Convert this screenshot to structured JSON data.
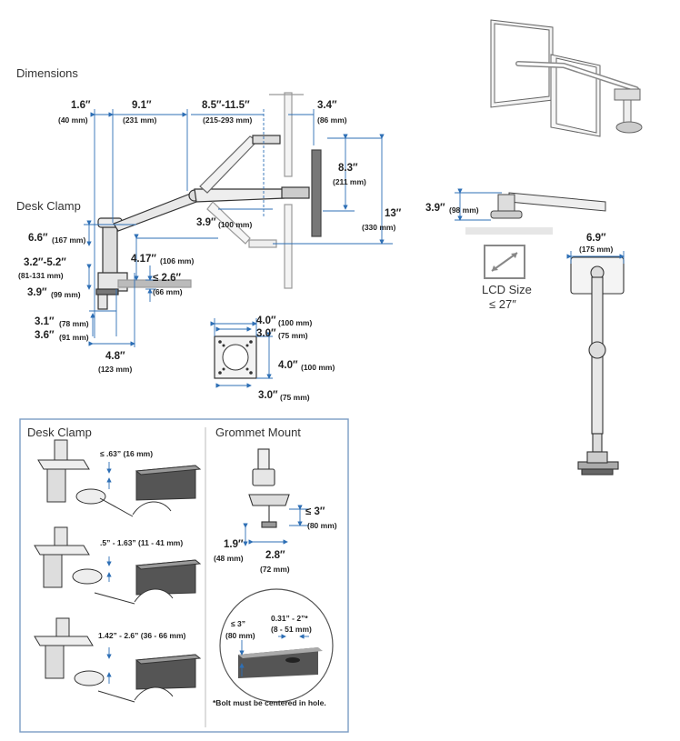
{
  "colors": {
    "dim": "#2e6fb5",
    "frame": "#7a9cc4",
    "metal": "#c8c8c8",
    "dark": "#333333"
  },
  "headings": {
    "dimensions": "Dimensions",
    "desk_clamp": "Desk Clamp",
    "desk_clamp_box": "Desk Clamp",
    "grommet_mount": "Grommet Mount"
  },
  "main": {
    "d1_6": "1.6″",
    "d1_6_mm": "(40 mm)",
    "d9_1": "9.1″",
    "d9_1_mm": "(231 mm)",
    "d8_5": "8.5″-11.5″",
    "d8_5_mm": "(215-293 mm)",
    "d3_4": "3.4″",
    "d3_4_mm": "(86 mm)",
    "d8_3": "8.3″",
    "d8_3_mm": "(211 mm)",
    "d13": "13″",
    "d13_mm": "(330 mm)",
    "d3_9a": "3.9″",
    "d3_9a_mm": "(100 mm)",
    "d6_6": "6.6″",
    "d6_6_mm": "(167 mm)",
    "d3_2": "3.2″-5.2″",
    "d3_2_mm": "(81-131 mm)",
    "d4_17": "4.17″",
    "d4_17_mm": "(106 mm)",
    "d2_6": "≤ 2.6″",
    "d2_6_mm": "(66 mm)",
    "d3_9b": "3.9″",
    "d3_9b_mm": "(99 mm)",
    "d3_1": "3.1″",
    "d3_1_mm": "(78 mm)",
    "d3_6": "3.6″",
    "d3_6_mm": "(91 mm)",
    "d4_8": "4.8″",
    "d4_8_mm": "(123 mm)"
  },
  "vesa": {
    "top1": "4.0″",
    "top1_mm": "(100 mm)",
    "top2": "3.0″",
    "top2_mm": "(75 mm)",
    "right": "4.0″",
    "right_mm": "(100 mm)",
    "bottom": "3.0″",
    "bottom_mm": "(75 mm)"
  },
  "right": {
    "d3_9": "3.9″",
    "d3_9_mm": "(98 mm)",
    "lcd_label": "LCD Size",
    "lcd_value": "≤ 27″",
    "d6_9": "6.9″",
    "d6_9_mm": "(175 mm)"
  },
  "clamp_box": {
    "c1": "≤ .63” (16 mm)",
    "c2": ".5” - 1.63” (11 - 41 mm)",
    "c3": "1.42” - 2.6” (36 - 66 mm)"
  },
  "grommet_box": {
    "g3": "≤ 3″",
    "g3_mm": "(80 mm)",
    "g1_9": "1.9″",
    "g1_9_mm": "(48 mm)",
    "g2_8": "2.8″",
    "g2_8_mm": "(72 mm)",
    "circle_3": "≤ 3”",
    "circle_3_mm": "(80 mm)",
    "circle_031": "0.31” - 2”*",
    "circle_031_mm": "(8 - 51 mm)",
    "note": "*Bolt must be centered in hole."
  }
}
